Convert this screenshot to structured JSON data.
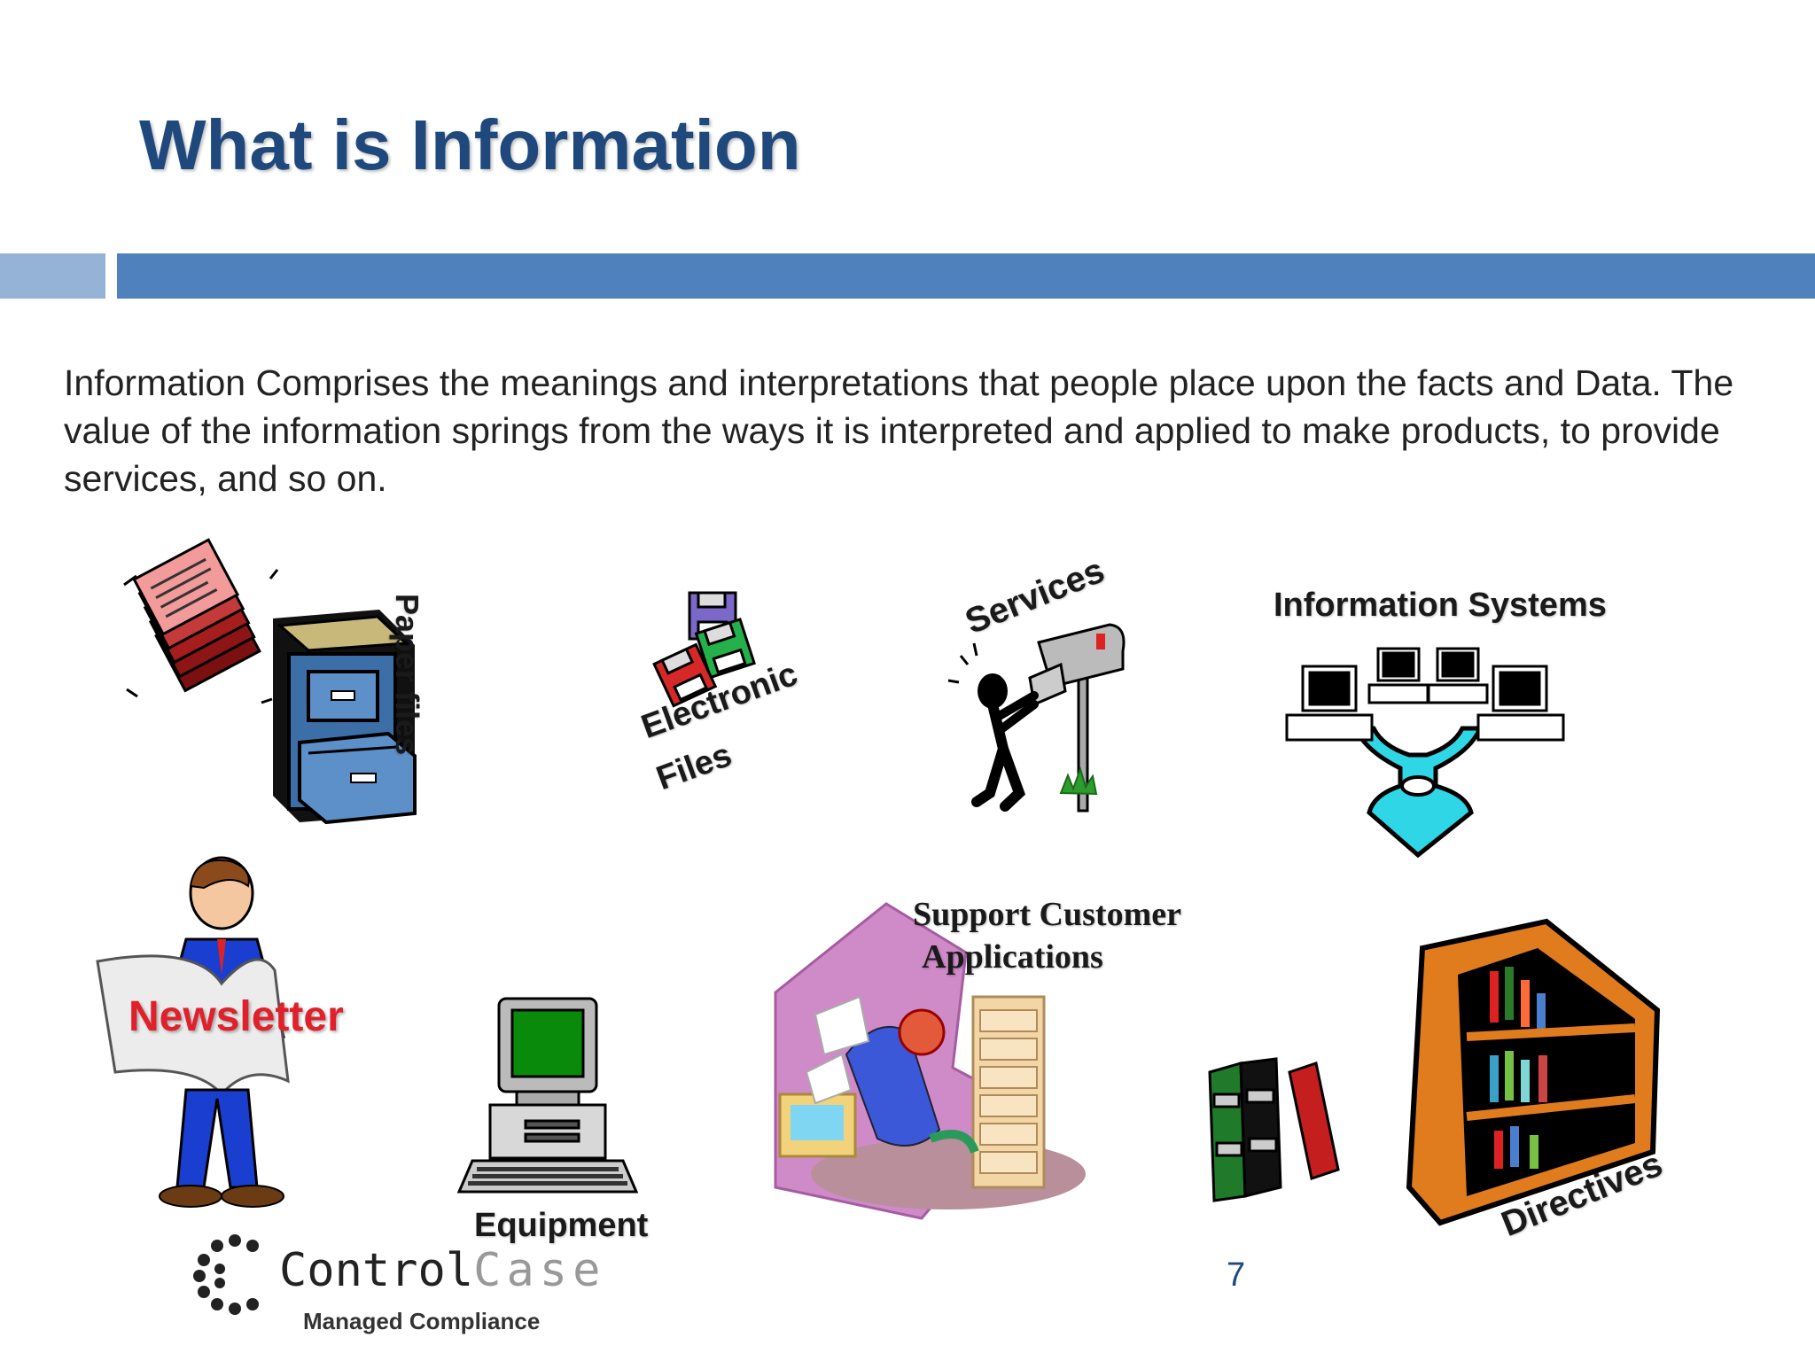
{
  "slide": {
    "title": "What is Information",
    "body": "Information Comprises the meanings and interpretations that people place upon the facts and Data. The value of the information springs from the ways it is interpreted and  applied to make products, to provide services, and so on.",
    "page_number": "7"
  },
  "illustrations": {
    "paper_files": "Paper files",
    "electronic_files_line1": "Electronic",
    "electronic_files_line2": "Files",
    "services": "Services",
    "information_systems": "Information Systems",
    "newsletter": "Newsletter",
    "equipment": "Equipment",
    "support_line1": "Support Customer",
    "support_line2": "Applications",
    "directives": "Directives"
  },
  "logo": {
    "name_part1": "Control",
    "name_part2": "Case",
    "tagline": "Managed Compliance"
  },
  "colors": {
    "title": "#1f497d",
    "bar_light": "#95b3d7",
    "bar_dark": "#4f81bd",
    "newsletter_text": "#e0202a"
  }
}
